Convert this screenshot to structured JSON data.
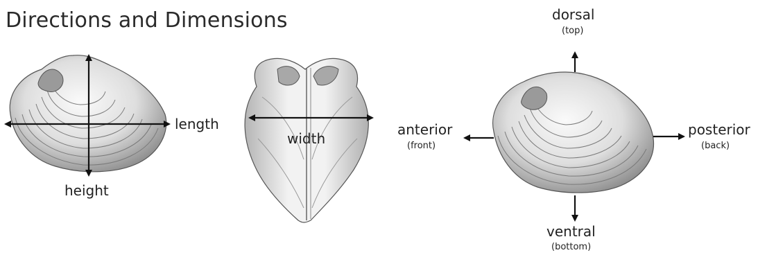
{
  "title": "Directions and Dimensions",
  "labels": {
    "length": "length",
    "height": "height",
    "width": "width",
    "dorsal": "dorsal",
    "dorsal_sub": "(top)",
    "ventral": "ventral",
    "ventral_sub": "(bottom)",
    "anterior": "anterior",
    "anterior_sub": "(front)",
    "posterior": "posterior",
    "posterior_sub": "(back)"
  }
}
